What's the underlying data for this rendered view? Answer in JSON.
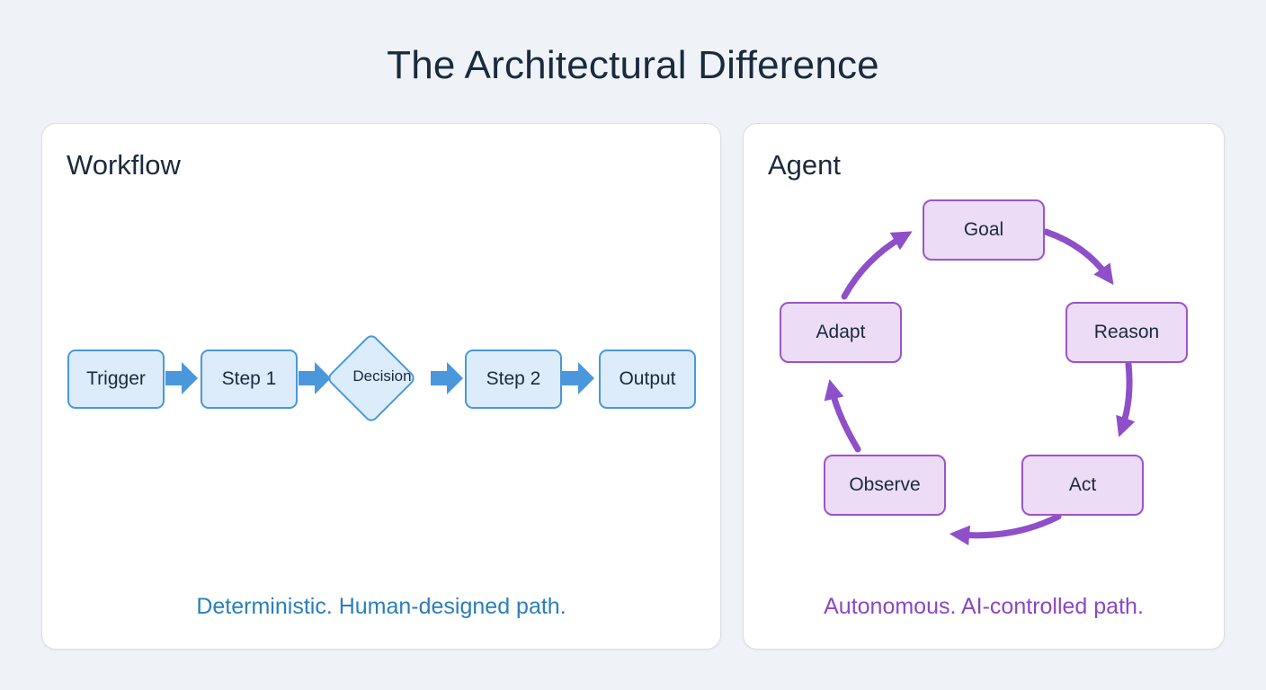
{
  "title": "The Architectural Difference",
  "workflow": {
    "title": "Workflow",
    "nodes": {
      "trigger": "Trigger",
      "step1": "Step 1",
      "decision": "Decision",
      "step2": "Step 2",
      "output": "Output"
    },
    "caption": "Deterministic. Human-designed path.",
    "accent_color": "#4a97dc"
  },
  "agent": {
    "title": "Agent",
    "nodes": {
      "goal": "Goal",
      "reason": "Reason",
      "act": "Act",
      "observe": "Observe",
      "adapt": "Adapt"
    },
    "caption": "Autonomous. AI-controlled path.",
    "accent_color": "#9a55c8"
  }
}
